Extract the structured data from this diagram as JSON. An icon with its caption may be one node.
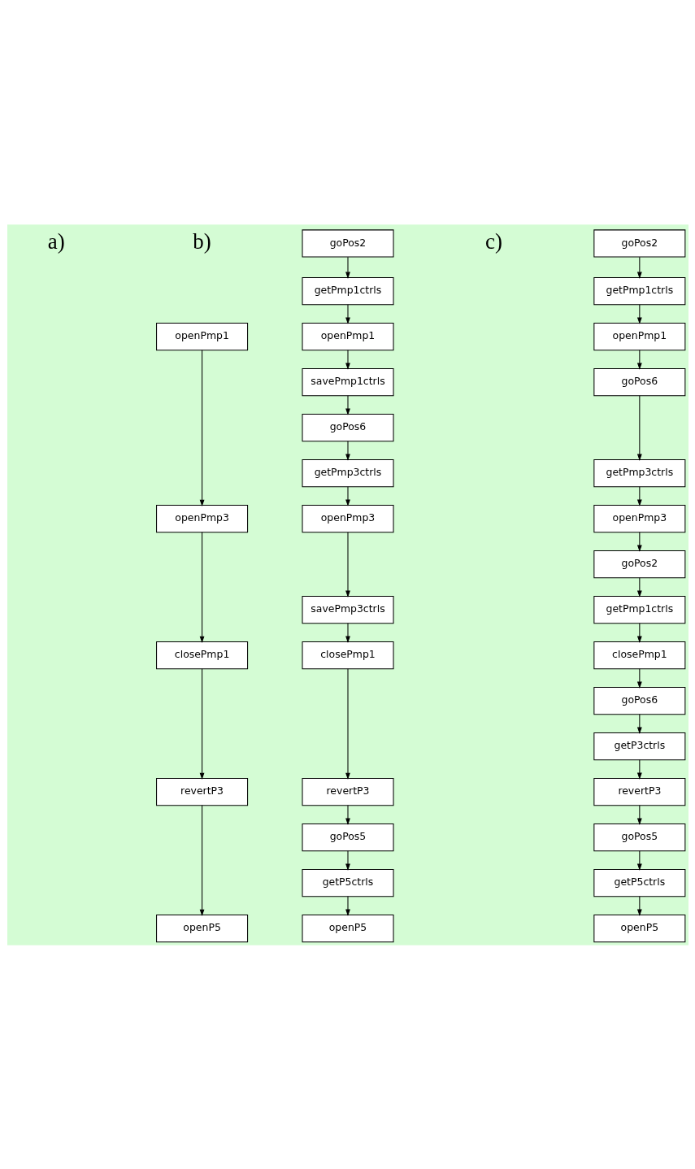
{
  "diagram": {
    "nodes": [
      {
        "text": [
          "openPmp1"
        ]
      },
      {
        "text": [
          "openPmp3"
        ]
      },
      {
        "text": [
          "closePmp1"
        ]
      },
      {
        "text": [
          "revertP3"
        ]
      },
      {
        "text": [
          "openP5"
        ]
      },
      {
        "text": [
          "goPos2"
        ]
      },
      {
        "text": [
          "getPmp1ctrls"
        ]
      },
      {
        "text": [
          "openPmp1"
        ]
      },
      {
        "text": [
          "savePmp1ctrls"
        ]
      },
      {
        "text": [
          "goPos6"
        ]
      },
      {
        "text": [
          "getPmp3ctrls"
        ]
      },
      {
        "text": [
          "openPmp3"
        ]
      },
      {
        "text": [
          "savePmp3ctrls"
        ]
      },
      {
        "text": [
          "closePmp1"
        ]
      },
      {
        "text": [
          "revertP3"
        ]
      },
      {
        "text": [
          "goPos5"
        ]
      },
      {
        "text": [
          "getP5ctrls"
        ]
      },
      {
        "text": [
          "openP5"
        ]
      },
      {
        "text": [
          "goPos2"
        ]
      },
      {
        "text": [
          "getPmp1ctrls"
        ]
      },
      {
        "text": [
          "openPmp1"
        ]
      },
      {
        "text": [
          "goPos6"
        ]
      },
      {
        "text": [
          "getPmp3ctrls"
        ]
      },
      {
        "text": [
          "openPmp3"
        ]
      },
      {
        "text": [
          "goPos2"
        ]
      },
      {
        "text": [
          "getPmp1ctrls"
        ]
      },
      {
        "text": [
          "closePmp1"
        ]
      },
      {
        "text": [
          "goPos6"
        ]
      },
      {
        "text": [
          "getP3ctrls"
        ]
      },
      {
        "text": [
          "revertP3"
        ]
      },
      {
        "text": [
          "goPos5"
        ]
      },
      {
        "text": [
          "getP5ctrls"
        ]
      },
      {
        "text": [
          "openP5"
        ]
      }
    ],
    "edges": [
      {
        "from": 0,
        "to": 1,
        "arrow": "to"
      },
      {
        "from": 1,
        "to": 2,
        "arrow": "to"
      },
      {
        "from": 2,
        "to": 3,
        "arrow": "to"
      },
      {
        "from": 3,
        "to": 4,
        "arrow": "to"
      },
      {
        "from": 5,
        "to": 6,
        "arrow": "to"
      },
      {
        "from": 6,
        "to": 7,
        "arrow": "to"
      },
      {
        "from": 7,
        "to": 8,
        "arrow": "to"
      },
      {
        "from": 8,
        "to": 9,
        "arrow": "to"
      },
      {
        "from": 9,
        "to": 10,
        "arrow": "to"
      },
      {
        "from": 10,
        "to": 11,
        "arrow": "to"
      },
      {
        "from": 11,
        "to": 12,
        "arrow": "to"
      },
      {
        "from": 12,
        "to": 13,
        "arrow": "to"
      },
      {
        "from": 13,
        "to": 14,
        "arrow": "to"
      },
      {
        "from": 14,
        "to": 15,
        "arrow": "to"
      },
      {
        "from": 15,
        "to": 16,
        "arrow": "to"
      },
      {
        "from": 16,
        "to": 17,
        "arrow": "to"
      },
      {
        "from": 18,
        "to": 19,
        "arrow": "to"
      },
      {
        "from": 19,
        "to": 20,
        "arrow": "to"
      },
      {
        "from": 20,
        "to": 21,
        "arrow": "to"
      },
      {
        "from": 21,
        "to": 22,
        "arrow": "to"
      },
      {
        "from": 22,
        "to": 23,
        "arrow": "to"
      },
      {
        "from": 23,
        "to": 24,
        "arrow": "to"
      },
      {
        "from": 24,
        "to": 25,
        "arrow": "to"
      },
      {
        "from": 25,
        "to": 26,
        "arrow": "to"
      },
      {
        "from": 26,
        "to": 27,
        "arrow": "to"
      },
      {
        "from": 27,
        "to": 28,
        "arrow": "to"
      },
      {
        "from": 28,
        "to": 29,
        "arrow": "to"
      },
      {
        "from": 29,
        "to": 30,
        "arrow": "to"
      },
      {
        "from": 30,
        "to": 31,
        "arrow": "to"
      },
      {
        "from": 31,
        "to": 32,
        "arrow": "to"
      }
    ],
    "labels": [
      "a)",
      "b)",
      "c)"
    ]
  }
}
